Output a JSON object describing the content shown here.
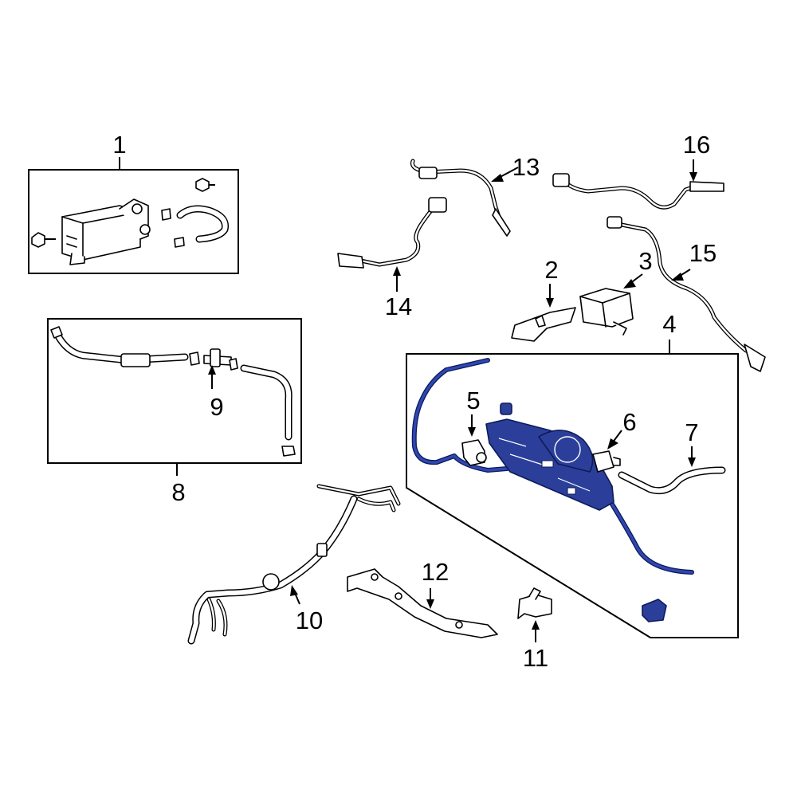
{
  "diagram": {
    "highlight_color": "#2b3f9a",
    "callouts": [
      {
        "id": "1",
        "label": "1"
      },
      {
        "id": "2",
        "label": "2"
      },
      {
        "id": "3",
        "label": "3"
      },
      {
        "id": "4",
        "label": "4"
      },
      {
        "id": "5",
        "label": "5"
      },
      {
        "id": "6",
        "label": "6"
      },
      {
        "id": "7",
        "label": "7"
      },
      {
        "id": "8",
        "label": "8"
      },
      {
        "id": "9",
        "label": "9"
      },
      {
        "id": "10",
        "label": "10"
      },
      {
        "id": "11",
        "label": "11"
      },
      {
        "id": "12",
        "label": "12"
      },
      {
        "id": "13",
        "label": "13"
      },
      {
        "id": "14",
        "label": "14"
      },
      {
        "id": "15",
        "label": "15"
      },
      {
        "id": "16",
        "label": "16"
      }
    ]
  }
}
